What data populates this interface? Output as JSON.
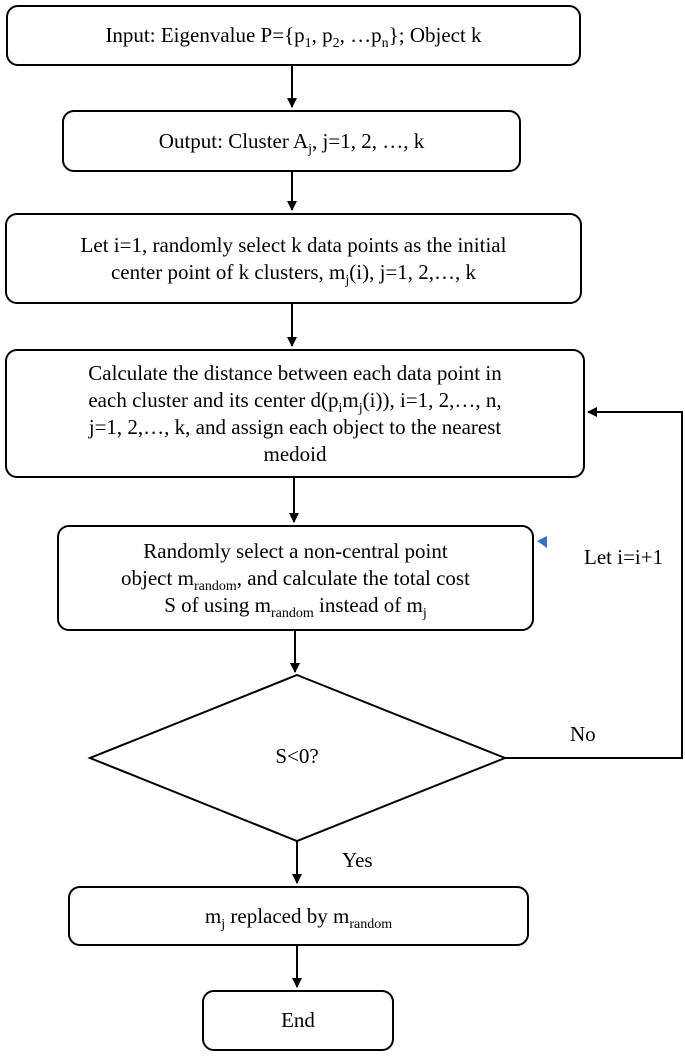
{
  "flowchart": {
    "input": {
      "pre": "Input:  Eigenvalue P={p",
      "s1": "1",
      "m1": ",   p",
      "s2": "2",
      "m2": ",   …p",
      "s3": "n",
      "post": "}; Object k"
    },
    "output": {
      "pre": "Output: Cluster A",
      "s1": "j",
      "post": ", j=1, 2, …, k"
    },
    "init": {
      "line1": "Let i=1, randomly select k data points as the initial",
      "line2_pre": "center point of k clusters, m",
      "line2_s": "j",
      "line2_post": "(i), j=1, 2,…, k"
    },
    "calc": {
      "line1": "Calculate the distance between each data point in",
      "line2_pre": "each cluster and its center d(p",
      "line2_s1": "i",
      "line2_mid": "m",
      "line2_s2": "j",
      "line2_post": "(i)), i=1, 2,…, n,",
      "line3": "j=1, 2,…, k, and assign each object to the nearest",
      "line4": "medoid"
    },
    "select": {
      "line1": "Randomly select a non-central point",
      "line2_pre": "object m",
      "line2_s": "random",
      "line2_post": ", and calculate the total cost",
      "line3_pre": "S of using m",
      "line3_s1": "random",
      "line3_mid": " instead of m",
      "line3_s2": "j"
    },
    "decision": "S<0?",
    "replace": {
      "pre": "m",
      "s1": "j",
      "mid": " replaced by m",
      "s2": "random"
    },
    "end": "End",
    "labels": {
      "yes": "Yes",
      "no": "No",
      "loop": "Let i=i+1"
    }
  },
  "colors": {
    "stroke": "#000000",
    "marker": "#3a6fc4"
  }
}
